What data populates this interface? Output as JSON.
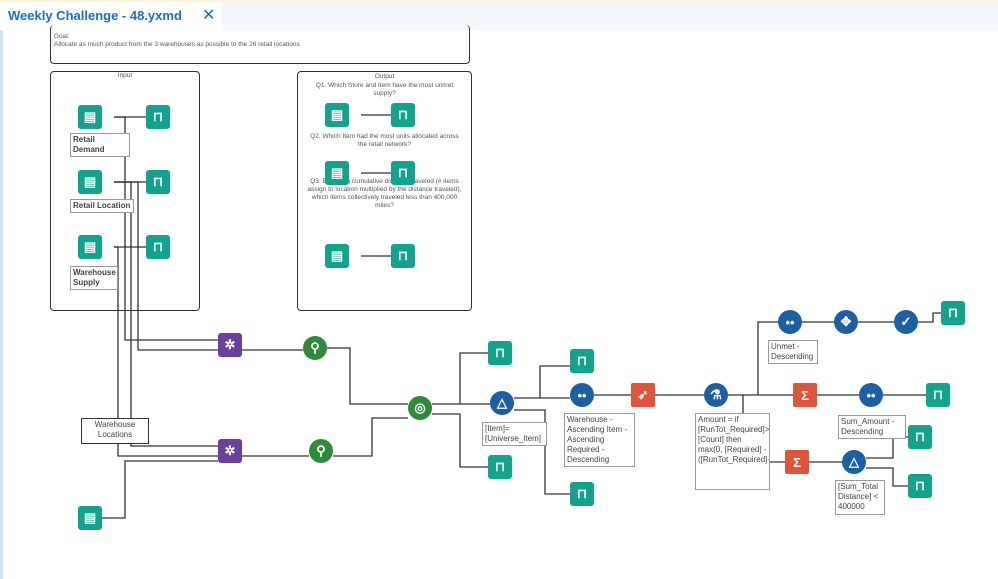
{
  "tab": {
    "title": "Weekly Challenge - 48.yxmd",
    "close": "✕"
  },
  "goal": {
    "heading": "Goal:",
    "text": "Allocate as much product from the 3 warehouses as possible to the 26 retail locations"
  },
  "input_box": {
    "title": "Input"
  },
  "output_box": {
    "title": "Output",
    "q1": "Q1. Which Store and Item have the most unmet supply?",
    "q2": "Q2. Which Item had the most units allocated across the retail network?",
    "q3": "Q3. Based on cumulative distance traveled (# items assign to location multiplied by the distance traveled), which items collectively traveled less than 400,000 miles?"
  },
  "labels": {
    "retail_demand": "Retail Demand",
    "retail_location": "Retail Location",
    "warehouse_supply": "Warehouse Supply",
    "warehouse_locations": "Warehouse Locations",
    "filter1": "[Item]=[Universe_Item]",
    "sort1": "Warehouse - Ascending Item - Ascending Required - Descending",
    "formula": "Amount = if [RunTot_Required]>[Count] then max(0, [Required] - ([RunTot_Required]-...",
    "sort_unmet": "Unmet - Descending",
    "sort_sum": "Sum_Amount - Descending",
    "filter2": "[Sum_Total Distance] < 400000"
  },
  "colors": {
    "input_output": "#11a38e",
    "preparation": "#1c5fa3",
    "join": "#6b3fa0",
    "spatial": "#2e8b3a",
    "transform": "#e0553a",
    "tab_text": "#1b6ec2"
  }
}
